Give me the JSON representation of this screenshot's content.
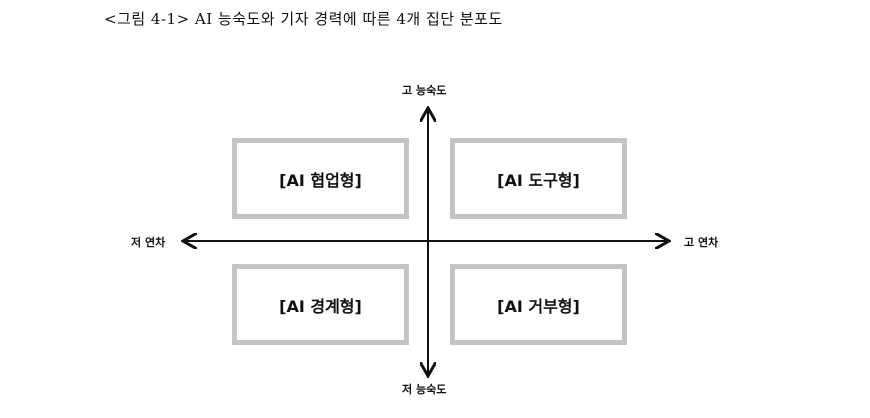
{
  "title": "<그림 4-1> AI 능숙도와 기자 경력에 따른 4개 집단 분포도",
  "axes": {
    "y_top": "고 능숙도",
    "y_bottom": "저 능숙도",
    "x_left": "저 연차",
    "x_right": "고 연차"
  },
  "quadrants": {
    "top_left": "[AI 협업형]",
    "top_right": "[AI 도구형]",
    "bottom_left": "[AI 경계형]",
    "bottom_right": "[AI 거부형]"
  }
}
